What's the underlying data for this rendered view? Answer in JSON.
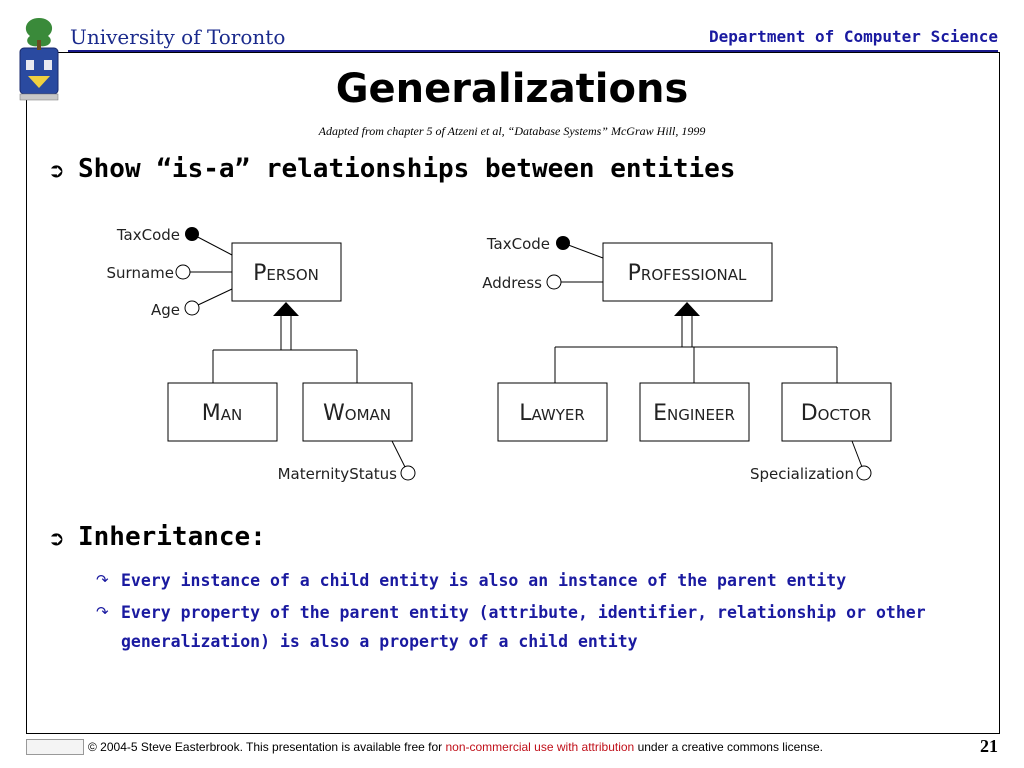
{
  "header": {
    "university": "University of Toronto",
    "department": "Department of Computer Science"
  },
  "slide": {
    "title": "Generalizations",
    "subtitle": "Adapted from chapter 5 of Atzeni et al, “Database Systems” McGraw Hill, 1999",
    "bullets": [
      {
        "text": "Show “is-a” relationships between entities"
      },
      {
        "text": "Inheritance:",
        "subitems": [
          "Every instance of a child entity is also an instance of the parent entity",
          "Every property of the parent entity (attribute, identifier, relationship or other generalization) is also a property of a child entity"
        ]
      }
    ]
  },
  "diagram": {
    "left": {
      "parent": {
        "cap": "P",
        "rest": "ERSON"
      },
      "attributes": [
        "TaxCode",
        "Surname",
        "Age"
      ],
      "children": [
        {
          "cap": "M",
          "rest": "AN"
        },
        {
          "cap": "W",
          "rest": "OMAN"
        }
      ],
      "child_attribute": "MaternityStatus"
    },
    "right": {
      "parent": {
        "cap": "P",
        "rest": "ROFESSIONAL"
      },
      "attributes": [
        "TaxCode",
        "Address"
      ],
      "children": [
        {
          "cap": "L",
          "rest": "AWYER"
        },
        {
          "cap": "E",
          "rest": "NGINEER"
        },
        {
          "cap": "D",
          "rest": "OCTOR"
        }
      ],
      "child_attribute": "Specialization"
    }
  },
  "footer": {
    "copyright": "© 2004-5 Steve Easterbrook. This presentation is available free for ",
    "license_link": "non-commercial use with attribution",
    "license_tail": " under a creative commons license.",
    "page_number": "21"
  },
  "colors": {
    "header_blue": "#1a2a8c",
    "subitem_blue": "#1a1aa0",
    "license_red": "#c0101a"
  }
}
